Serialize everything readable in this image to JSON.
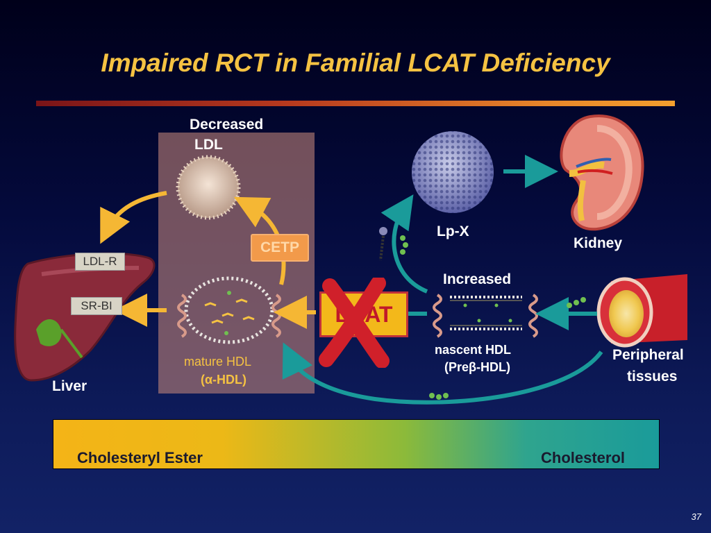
{
  "title": "Impaired RCT in Familial LCAT Deficiency",
  "labels": {
    "decreased": "Decreased",
    "ldl": "LDL",
    "lpx": "Lp-X",
    "kidney": "Kidney",
    "cetp": "CETP",
    "ldlr": "LDL-R",
    "srbi": "SR-BI",
    "increased": "Increased",
    "lcat": "LCAT",
    "nascent_hdl": "nascent HDL",
    "prebeta_hdl": "(Preβ-HDL)",
    "mature_hdl": "mature HDL",
    "alpha_hdl": "(α-HDL)",
    "liver": "Liver",
    "peripheral": "Peripheral",
    "tissues": "tissues"
  },
  "legend_bar": {
    "left": "Cholesteryl Ester",
    "right": "Cholesterol"
  },
  "page_number": "37",
  "colors": {
    "title": "#f5c242",
    "arrow_yellow": "#f5b734",
    "arrow_teal": "#1a9b9a",
    "rule_start": "#7a1418",
    "rule_end": "#f4a02e"
  }
}
